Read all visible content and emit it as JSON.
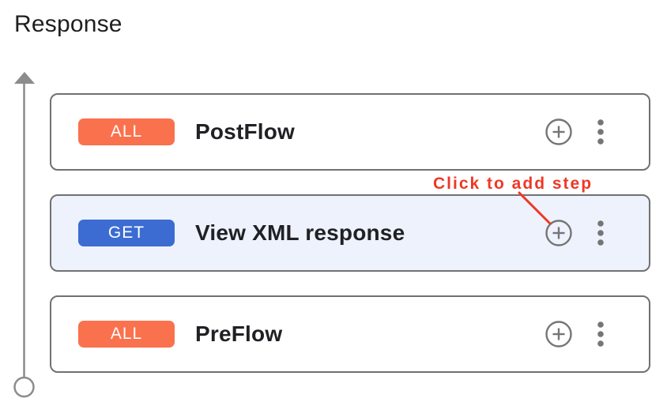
{
  "page": {
    "title": "Response"
  },
  "flow": {
    "cards": [
      {
        "badge": "ALL",
        "name": "PostFlow",
        "badge_color": "#FA714D",
        "highlighted": false
      },
      {
        "badge": "GET",
        "name": "View XML response",
        "badge_color": "#3C6CD2",
        "highlighted": true
      },
      {
        "badge": "ALL",
        "name": "PreFlow",
        "badge_color": "#FA714D",
        "highlighted": false
      }
    ],
    "icons": {
      "add_step": "plus-circle-icon",
      "more": "kebab-menu-icon",
      "direction": "arrow-up-icon",
      "terminal": "open-circle-icon"
    }
  },
  "annotation": {
    "label": "Click to add step",
    "color": "#EE3826"
  },
  "colors": {
    "card_border": "#717171",
    "highlight_bg": "#EDF2FC",
    "icon_gray": "#757575",
    "rail_gray": "#8C8C8C",
    "text_dark": "#202124",
    "badge_text": "#FFFFFF",
    "background": "#FFFFFF"
  }
}
